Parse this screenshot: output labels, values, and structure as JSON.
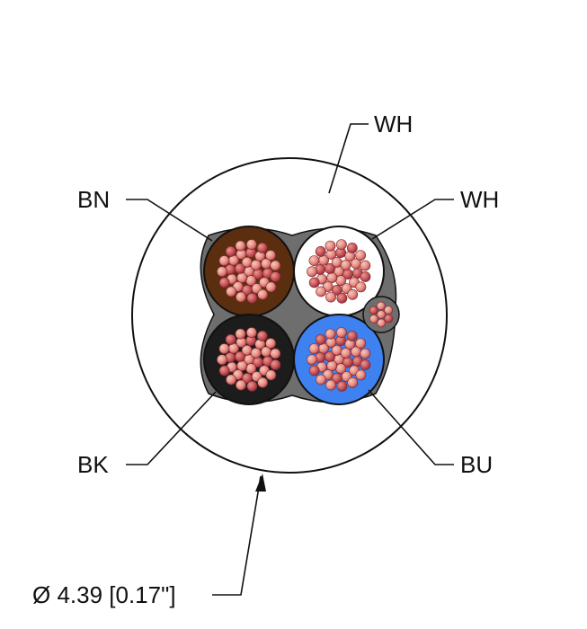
{
  "labels": {
    "jacket": "WH",
    "wire_top_left": "BN",
    "wire_top_right": "WH",
    "wire_bottom_left": "BK",
    "wire_bottom_right": "BU",
    "diameter": "Ø 4.39 [0.17\"]"
  },
  "colors": {
    "jacket": "#ffffff",
    "filler": "#6e6e6e",
    "brown": "#5a2e0e",
    "white": "#ffffff",
    "black": "#1c1c1c",
    "blue": "#3d82f0",
    "strand_light": "#f0a898",
    "strand_dark": "#c0444c"
  },
  "icons": [
    "drain-wire-strands"
  ]
}
